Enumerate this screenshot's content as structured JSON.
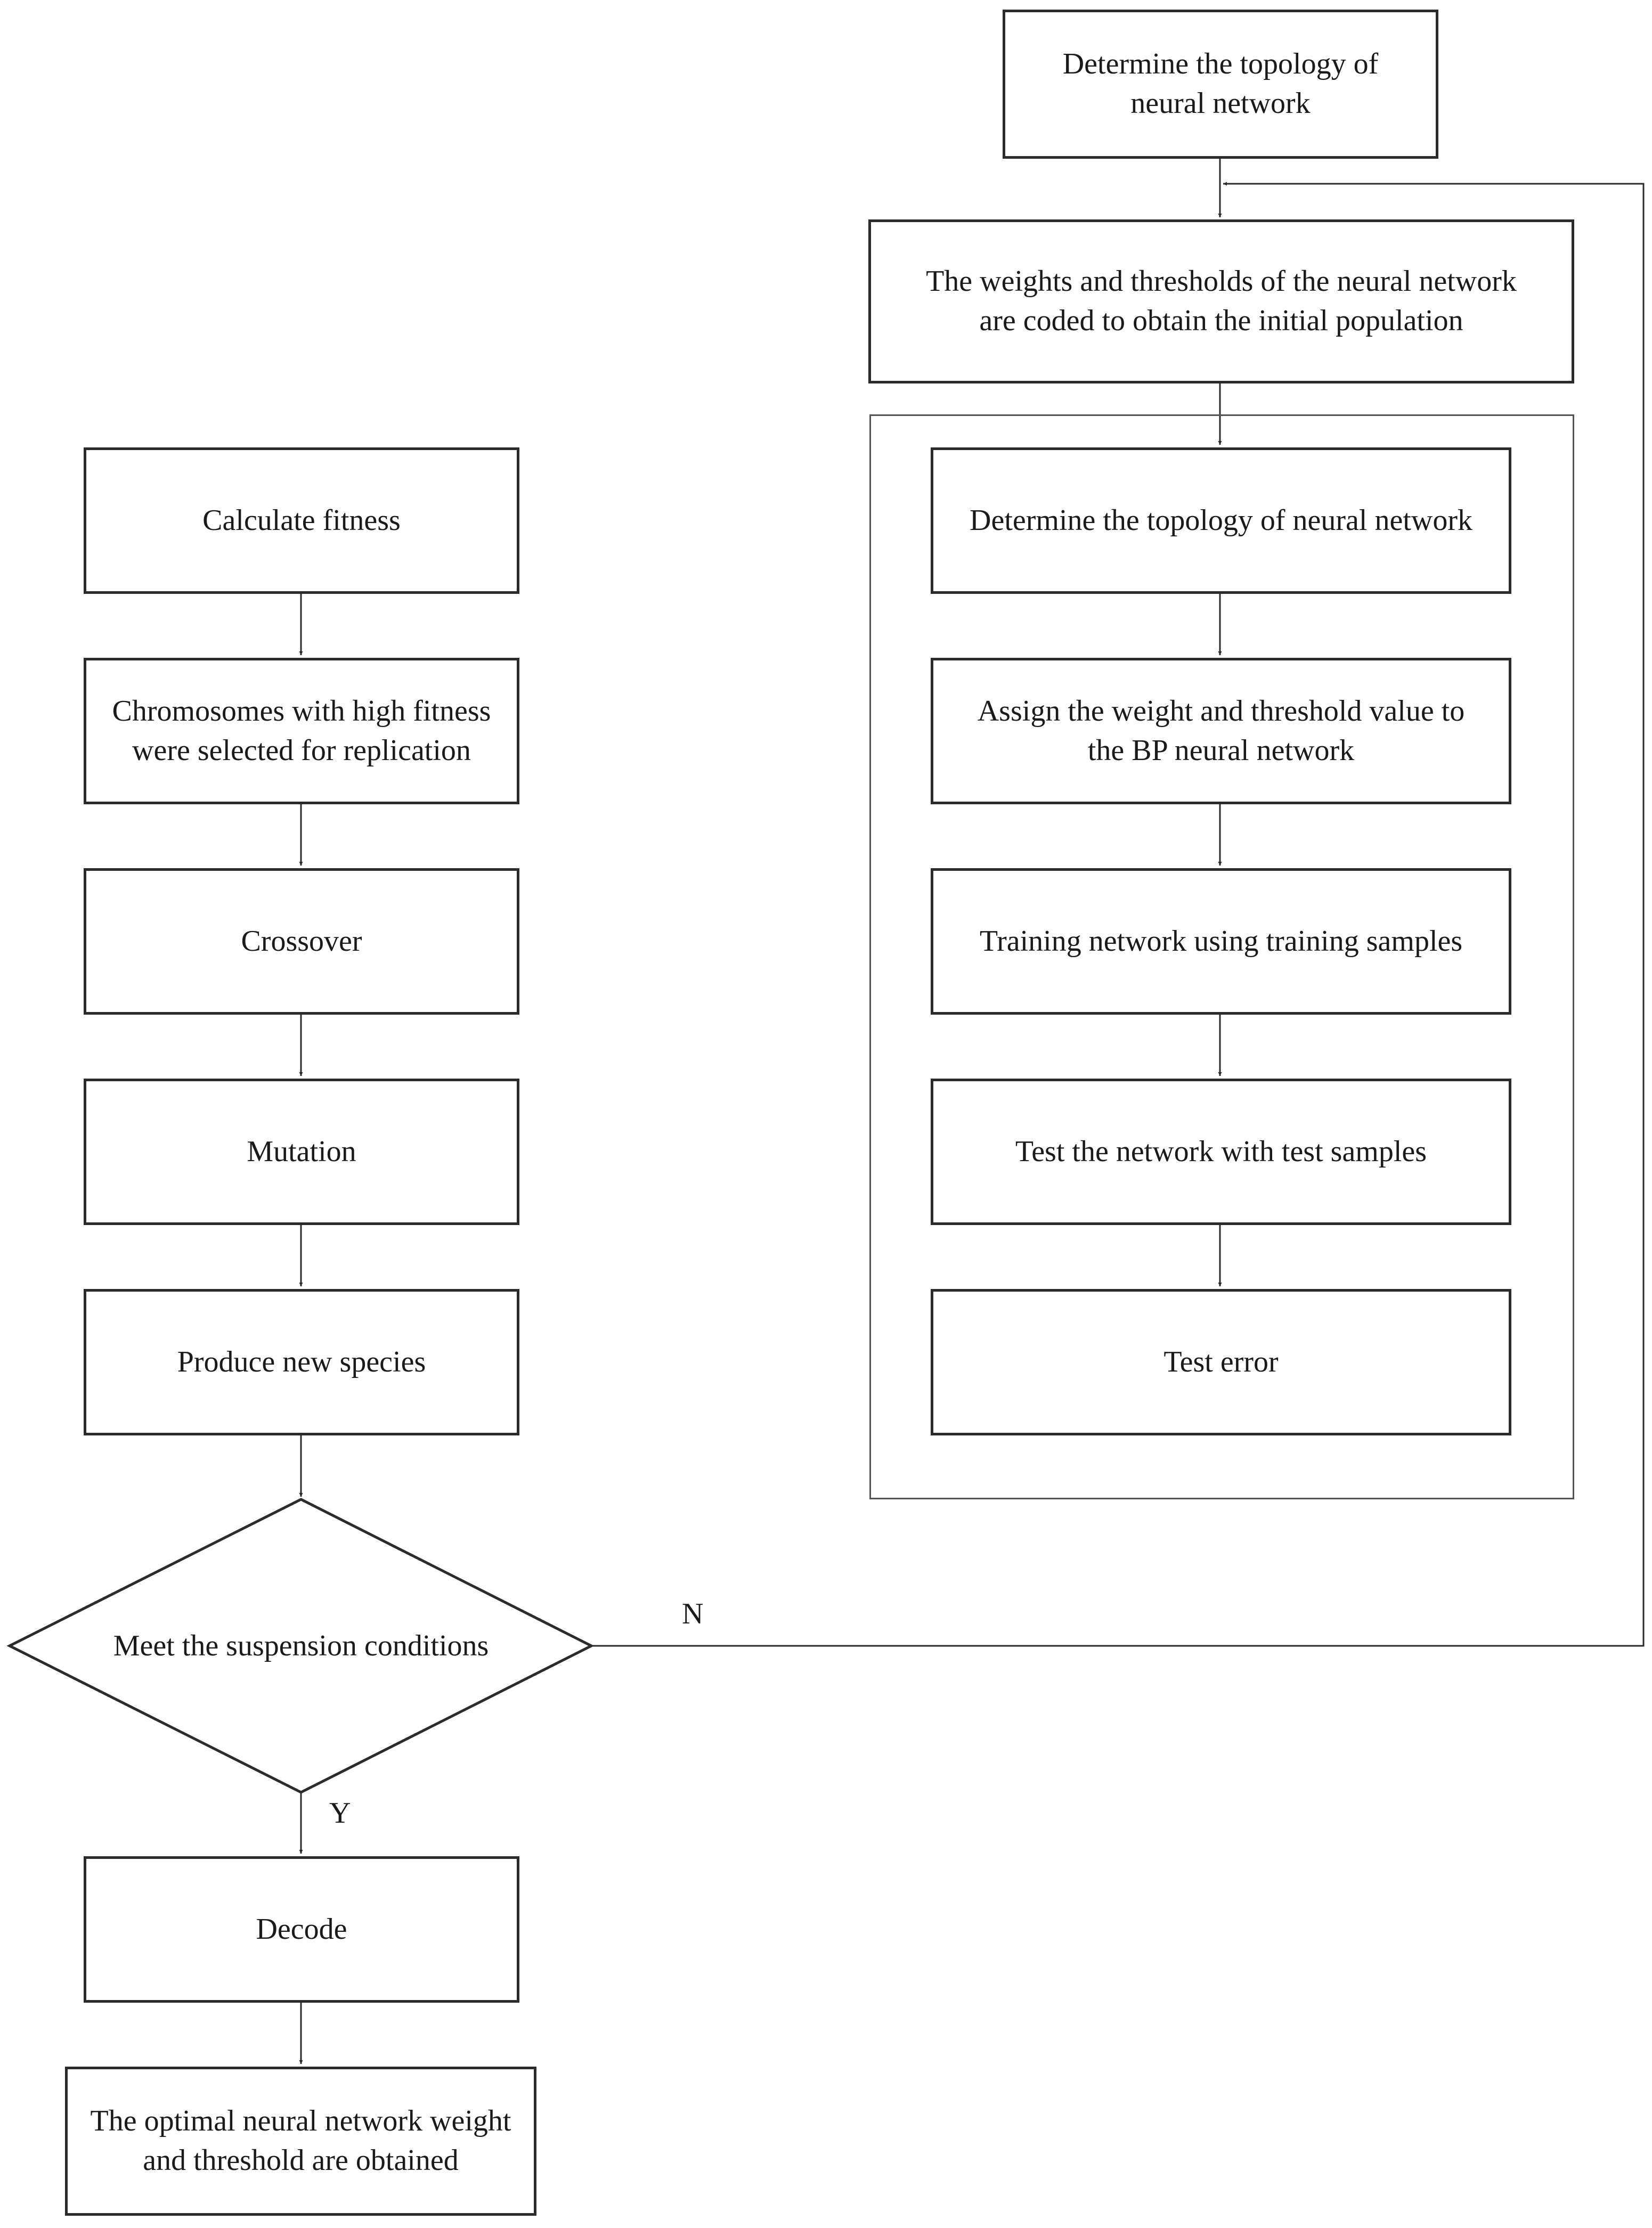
{
  "nodes": {
    "top_topology": "Determine the topology of neural network",
    "init_population": "The weights and thresholds of the neural network are coded to obtain the initial population",
    "inner_topology": "Determine the topology of neural network",
    "assign_weights": "Assign the weight and threshold value to the BP neural network",
    "training": "Training network using training samples",
    "test_network": "Test the network with test samples",
    "test_error": "Test error",
    "calc_fitness": "Calculate fitness",
    "selection": "Chromosomes with high fitness were selected for replication",
    "crossover": "Crossover",
    "mutation": "Mutation",
    "new_species": "Produce new species",
    "suspension": "Meet the suspension conditions",
    "decode": "Decode",
    "optimal": "The optimal neural network weight and threshold are obtained"
  },
  "edges": {
    "no_label": "N",
    "yes_label": "Y"
  },
  "colors": {
    "line": "#2b2b2b",
    "frame": "#555555",
    "background": "#ffffff"
  }
}
